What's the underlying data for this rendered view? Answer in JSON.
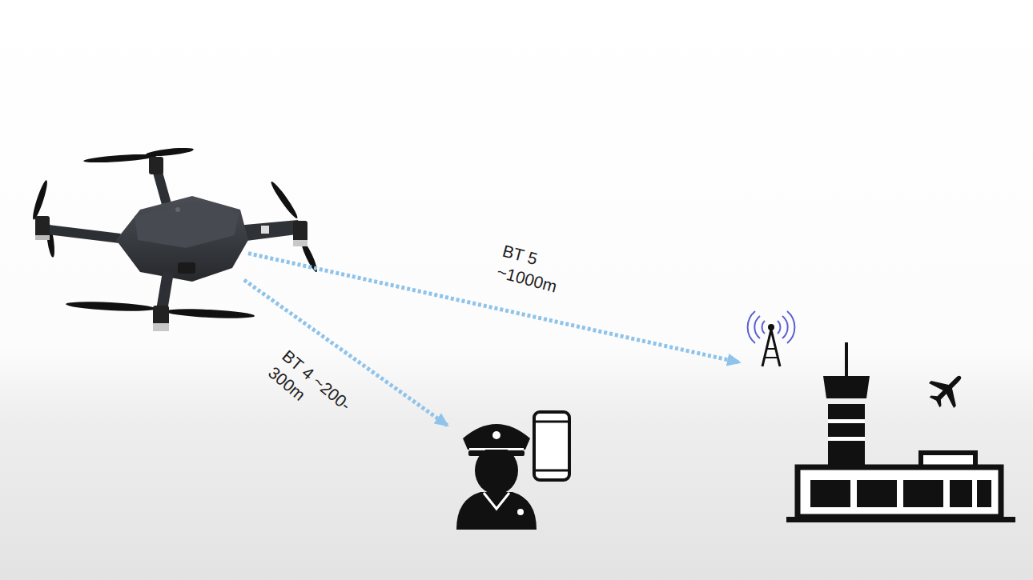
{
  "diagram": {
    "nodes": [
      {
        "text": []
      },
      {
        "text": []
      },
      {
        "text": []
      }
    ],
    "edges": [
      {
        "from": 0,
        "to": 1,
        "arrow": "to",
        "label": "BT 4 ~200-300m"
      },
      {
        "from": 0,
        "to": 2,
        "arrow": "to",
        "label": "BT 5 ~1000m"
      }
    ]
  }
}
